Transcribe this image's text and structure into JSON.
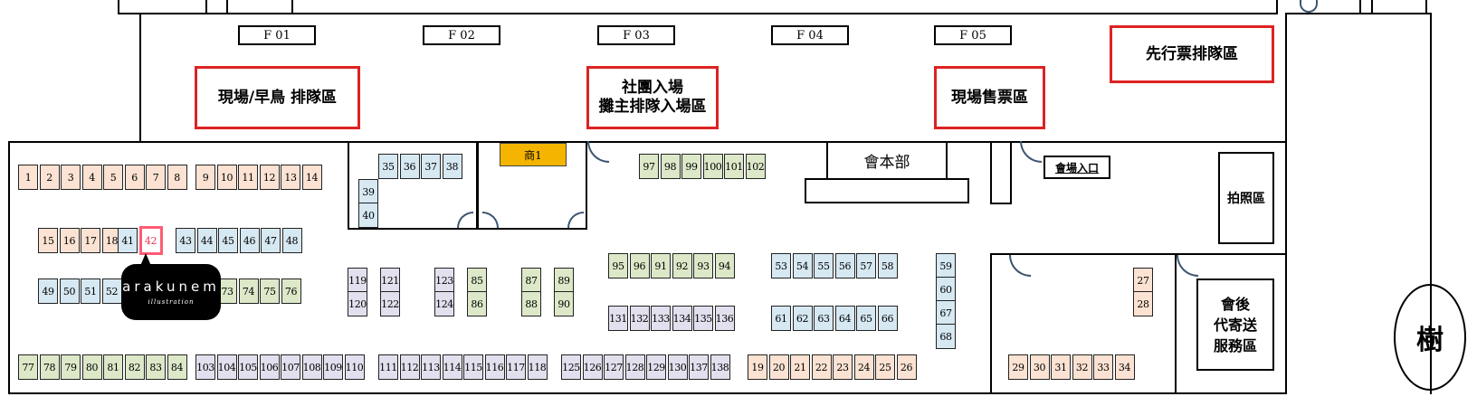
{
  "lines": [
    "F 01",
    "F 02",
    "F 03",
    "F 04",
    "F 05"
  ],
  "zones": {
    "onsite_earlybird": "現場/早鳥  排隊區",
    "club_entry": "社團入場\n攤主排隊入場區",
    "onsite_tickets": "現場售票區",
    "presale": "先行票排隊區"
  },
  "rooms": {
    "shop": "商1",
    "headquarters": "會本部",
    "entrance": "會場入口",
    "photo": "拍照區",
    "post_event": "會後\n代寄送\n服務區",
    "tree": "樹"
  },
  "bubble": {
    "brand": "arakunem",
    "subtext": "illustration"
  },
  "highlighted_booth": "42",
  "colors": {
    "orange": "#fbe2d2",
    "blue": "#d6e8f2",
    "green": "#dce8c8",
    "lavender": "#e2e0ee",
    "shop": "#f5b400",
    "zone_border": "#d22",
    "highlight": "#ff5c75"
  },
  "booth_rows": [
    {
      "numbers": [
        "1",
        "2",
        "3",
        "4",
        "5",
        "6",
        "7",
        "8"
      ],
      "color": "orange"
    },
    {
      "numbers": [
        "9",
        "10",
        "11",
        "12",
        "13",
        "14"
      ],
      "color": "orange"
    },
    {
      "numbers": [
        "15",
        "16",
        "17",
        "18"
      ],
      "color": "orange"
    },
    {
      "numbers": [
        "41",
        "42"
      ],
      "color": "blue"
    },
    {
      "numbers": [
        "43",
        "44",
        "45",
        "46",
        "47",
        "48"
      ],
      "color": "blue"
    },
    {
      "numbers": [
        "49",
        "50",
        "51",
        "52"
      ],
      "color": "blue"
    },
    {
      "numbers": [
        "73",
        "74",
        "75",
        "76"
      ],
      "color": "green"
    },
    {
      "numbers": [
        "77",
        "78",
        "79",
        "80",
        "81",
        "82",
        "83",
        "84"
      ],
      "color": "green"
    },
    {
      "numbers": [
        "103",
        "104",
        "105",
        "106",
        "107",
        "108",
        "109",
        "110"
      ],
      "color": "lavender"
    },
    {
      "numbers": [
        "111",
        "112",
        "113",
        "114",
        "115",
        "116",
        "117",
        "118"
      ],
      "color": "lavender"
    },
    {
      "numbers": [
        "125",
        "126",
        "127",
        "128",
        "129",
        "130",
        "137",
        "138"
      ],
      "color": "lavender"
    },
    {
      "numbers": [
        "19",
        "20",
        "21",
        "22",
        "23",
        "24",
        "25",
        "26"
      ],
      "color": "orange"
    },
    {
      "numbers": [
        "29",
        "30",
        "31",
        "32",
        "33",
        "34"
      ],
      "color": "orange"
    },
    {
      "numbers": [
        "35",
        "36",
        "37",
        "38"
      ],
      "color": "blue"
    },
    {
      "numbers": [
        "39",
        "40"
      ],
      "color": "blue"
    },
    {
      "numbers": [
        "97",
        "98",
        "99",
        "100",
        "101",
        "102"
      ],
      "color": "green"
    },
    {
      "numbers": [
        "119",
        "120"
      ],
      "color": "lavender"
    },
    {
      "numbers": [
        "121",
        "122"
      ],
      "color": "lavender"
    },
    {
      "numbers": [
        "123",
        "124"
      ],
      "color": "lavender"
    },
    {
      "numbers": [
        "85",
        "86"
      ],
      "color": "green"
    },
    {
      "numbers": [
        "87",
        "88"
      ],
      "color": "green"
    },
    {
      "numbers": [
        "89",
        "90"
      ],
      "color": "green"
    },
    {
      "numbers": [
        "95",
        "96",
        "91",
        "92",
        "93",
        "94"
      ],
      "color": "green"
    },
    {
      "numbers": [
        "131",
        "132",
        "133",
        "134",
        "135",
        "136"
      ],
      "color": "lavender"
    },
    {
      "numbers": [
        "53",
        "54",
        "55",
        "56",
        "57",
        "58"
      ],
      "color": "blue"
    },
    {
      "numbers": [
        "61",
        "62",
        "63",
        "64",
        "65",
        "66"
      ],
      "color": "blue"
    },
    {
      "numbers": [
        "59",
        "60",
        "67",
        "68"
      ],
      "color": "blue"
    },
    {
      "numbers": [
        "27",
        "28"
      ],
      "color": "orange"
    }
  ]
}
